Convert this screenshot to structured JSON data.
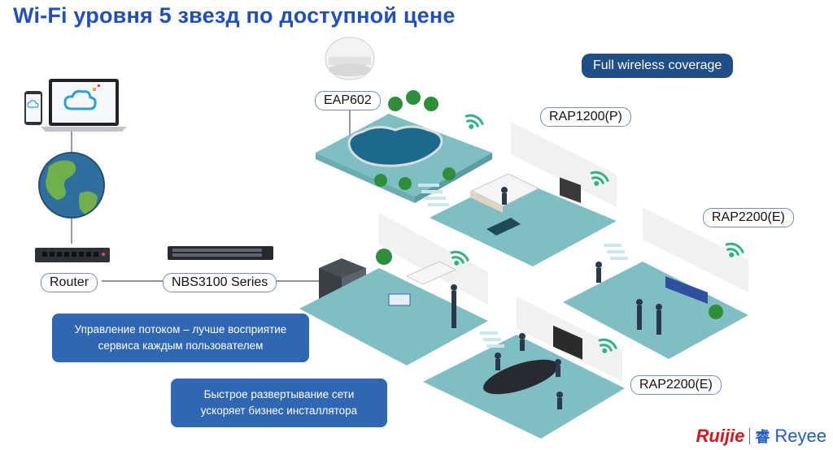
{
  "title": "Wi-Fi уровня 5 звезд по доступной цене",
  "badge": "Full wireless coverage",
  "labels": {
    "eap602": "EAP602",
    "rap1200p": "RAP1200(P)",
    "rap2200e_top": "RAP2200(E)",
    "rap2200e_bottom": "RAP2200(E)",
    "router": "Router",
    "nbs3100": "NBS3100 Series"
  },
  "callouts": {
    "flow_line1": "Управление  потоком – лучше восприятие",
    "flow_line2": "сервиса каждым пользователем",
    "deploy_line1": "Быстрое развертывание  сети",
    "deploy_line2": "ускоряет бизнес инсталлятора"
  },
  "logo": {
    "ruijie": "Ruijie",
    "mark": "睿",
    "reyee": "Reyee"
  },
  "colors": {
    "title": "#1f4fbf",
    "floor": "#7fbfc4",
    "callout": "#2f67b3",
    "badge": "#1f4f86",
    "brand_red": "#d8141c"
  }
}
